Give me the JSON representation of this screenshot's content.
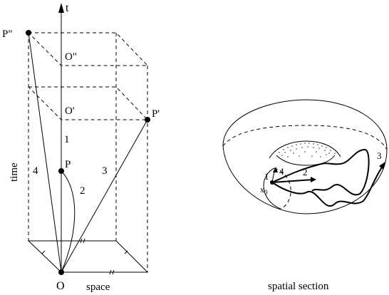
{
  "left_diagram": {
    "time_axis_label": "t",
    "points": {
      "p_double_prime": "P\"",
      "p_prime": "P'",
      "p": "P",
      "o": "O"
    },
    "frame_origins": {
      "o_double_prime": "O\"",
      "o_prime": "O'"
    },
    "path_numbers": {
      "one": "1",
      "two": "2",
      "three": "3",
      "four": "4"
    },
    "axis_labels": {
      "time": "time",
      "space": "space"
    }
  },
  "right_diagram": {
    "caption": "spatial section",
    "base_point": "x",
    "base_point_subscript": "0",
    "path_numbers": {
      "one": "1",
      "two": "2",
      "three": "3",
      "four": "4"
    }
  }
}
